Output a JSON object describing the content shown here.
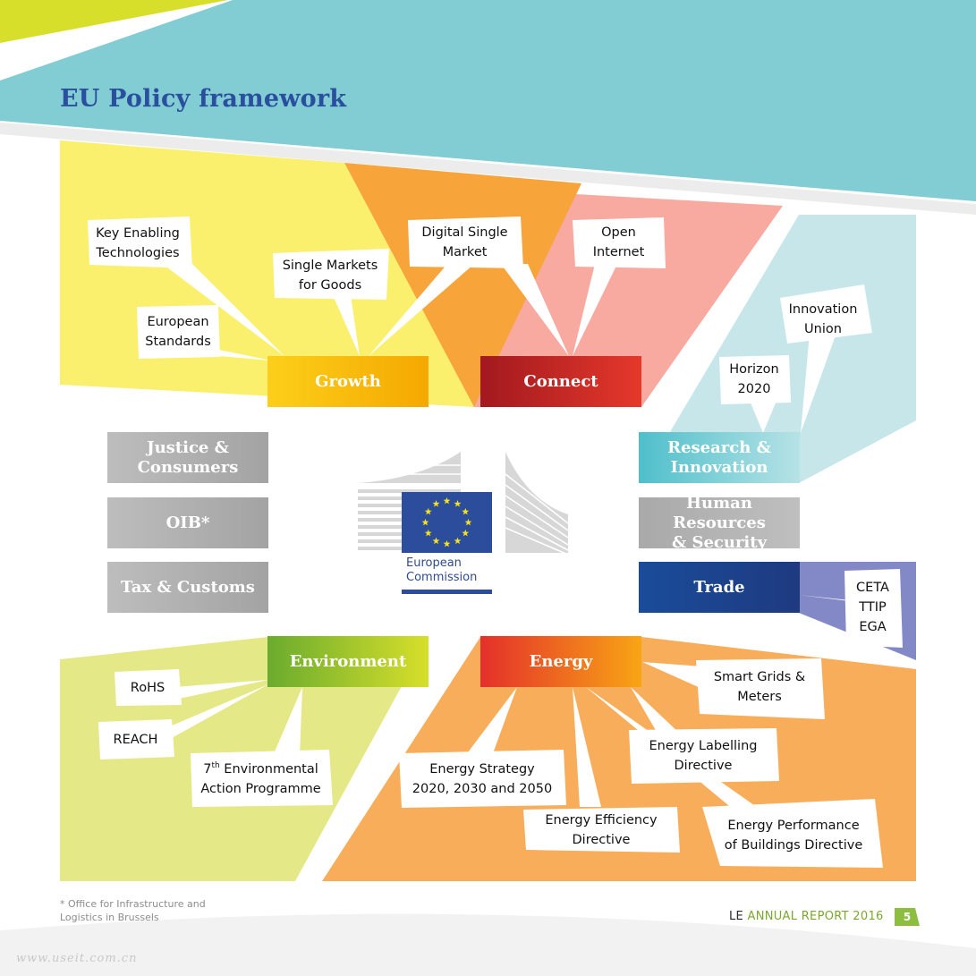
{
  "title": "EU Policy framework",
  "boxes": {
    "growth": "Growth",
    "connect": "Connect",
    "justice": "Justice &\nConsumers",
    "oib": "OIB*",
    "tax": "Tax & Customs",
    "research": "Research &\nInnovation",
    "hr": "Human Resources\n& Security",
    "trade": "Trade",
    "environment": "Environment",
    "energy": "Energy"
  },
  "bubbles": {
    "ket": "Key Enabling\nTechnologies",
    "smg": "Single Markets\nfor Goods",
    "eustd": "European\nStandards",
    "dsm": "Digital Single\nMarket",
    "oi": "Open\nInternet",
    "iu": "Innovation\nUnion",
    "h2020": "Horizon\n2020",
    "ceta": "CETA\nTTIP\nEGA",
    "rohs": "RoHS",
    "reach": "REACH",
    "eap_sup": "th",
    "eap_pre": "7",
    "eap_rest": " Environmental",
    "eap_line2": "Action Programme",
    "sgm": "Smart Grids &\nMeters",
    "eld": "Energy Labelling\nDirective",
    "es": "Energy Strategy\n2020, 2030 and 2050",
    "eed": "Energy Efficiency\nDirective",
    "epbd": "Energy Performance\nof Buildings Directive"
  },
  "logo": {
    "text": "European\nCommission"
  },
  "footnote": "* Office for Infrastructure and\n  Logistics in Brussels",
  "footer": {
    "le": "LE",
    "annual": "ANNUAL REPORT 2016",
    "page": "5"
  },
  "watermark": "www.useit.com.cn",
  "colors": {
    "title": "#2a4f9e",
    "teal": "#82ccd3",
    "lime": "#d8df2a",
    "yellow": "#fbef6e",
    "orange": "#f7a53a",
    "pink": "#f8a9a0",
    "lightblue": "#c6e6ea",
    "violet": "#8289c6",
    "lightgreen": "#e5e887",
    "energy_field": "#f8ad5a",
    "grey_box": "#a8a8a8",
    "eu_blue": "#2c4c9c",
    "eu_star": "#f7e21b"
  }
}
